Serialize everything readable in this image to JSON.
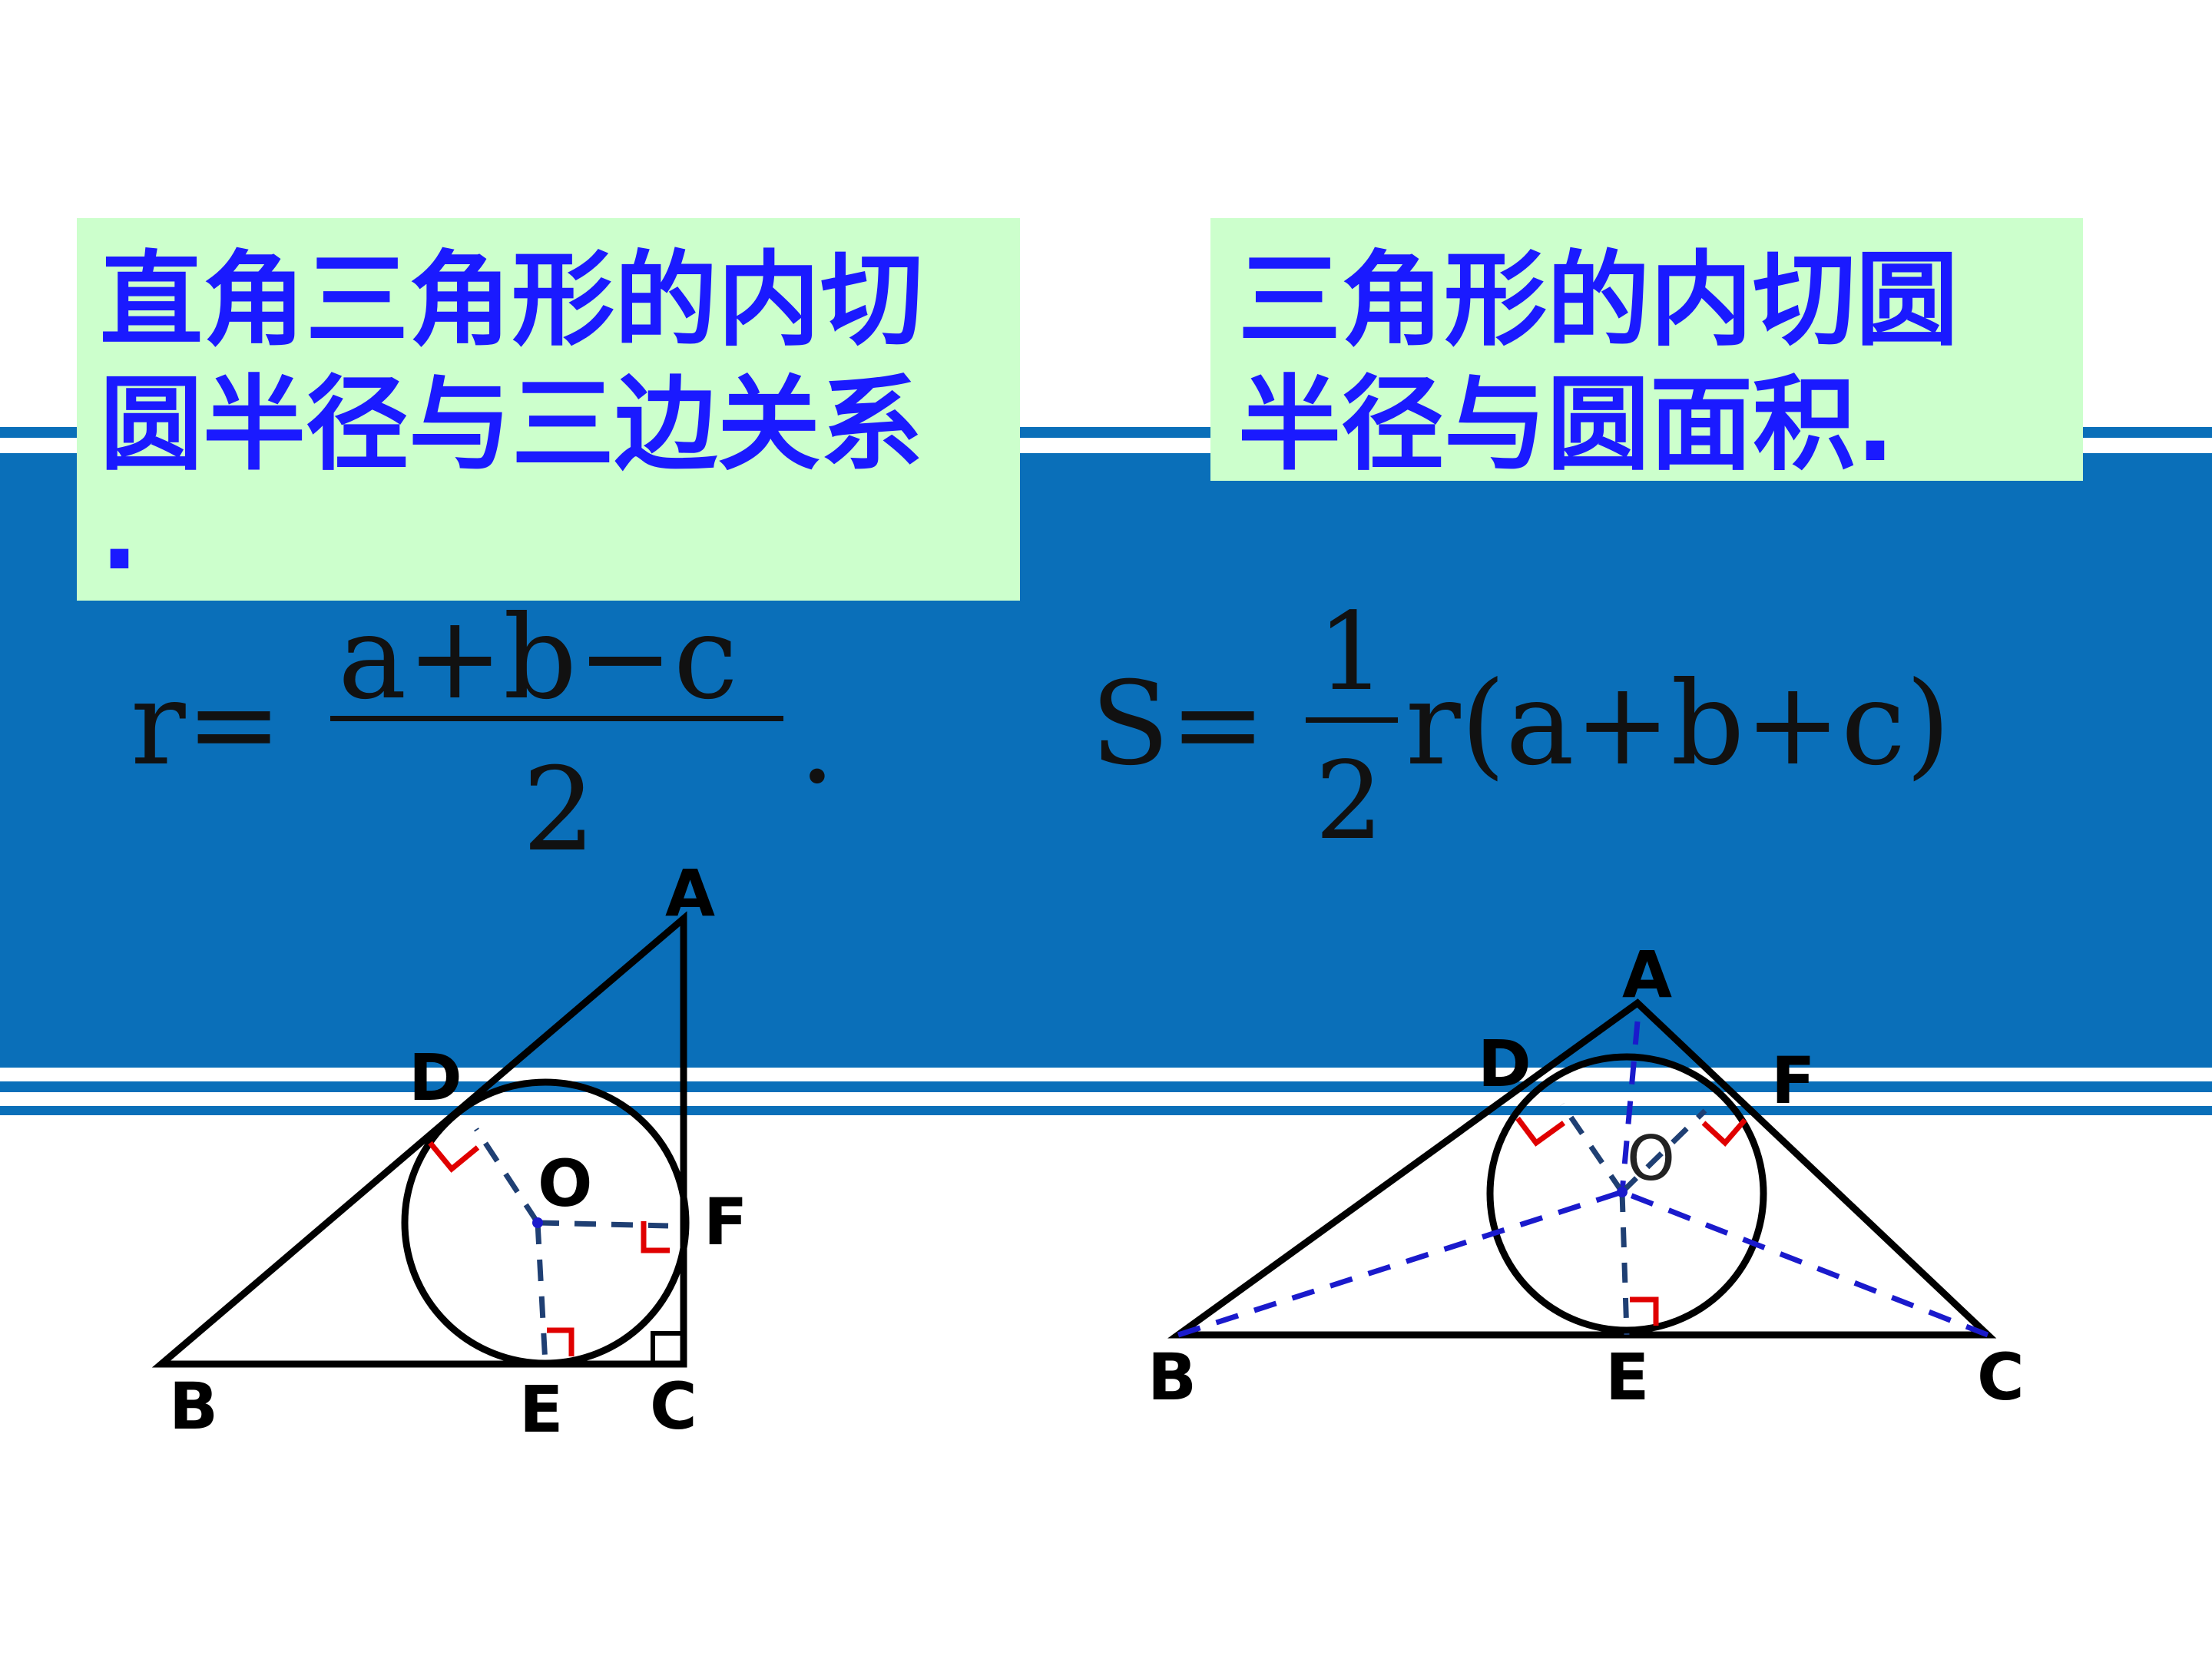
{
  "left_card": {
    "line1": "直角三角形的内切",
    "line2": "圆半径与三边关系",
    "line3": "."
  },
  "right_card": {
    "line1": "三角形的内切圆",
    "line2": "半径与圆面积."
  },
  "formula_left": {
    "lhs": "r=",
    "numerator": "a+b−c",
    "denominator": "2",
    "tail": "."
  },
  "formula_right": {
    "lhs": "S=",
    "numerator": "1",
    "denominator": "2",
    "rest": "r(a+b+c)"
  },
  "diagram_left": {
    "labels": {
      "A": "A",
      "B": "B",
      "C": "C",
      "D": "D",
      "E": "E",
      "F": "F",
      "O": "O"
    }
  },
  "diagram_right": {
    "labels": {
      "A": "A",
      "B": "B",
      "C": "C",
      "D": "D",
      "E": "E",
      "F": "F",
      "O": "O"
    }
  },
  "colors": {
    "band": "#0a6fb9",
    "card": "#ccffcc",
    "card_text": "#1a1aff",
    "right_angle_mark": "#e00000",
    "radius_dash": "#1f3f73",
    "bisector_dash": "#1a1acc"
  }
}
